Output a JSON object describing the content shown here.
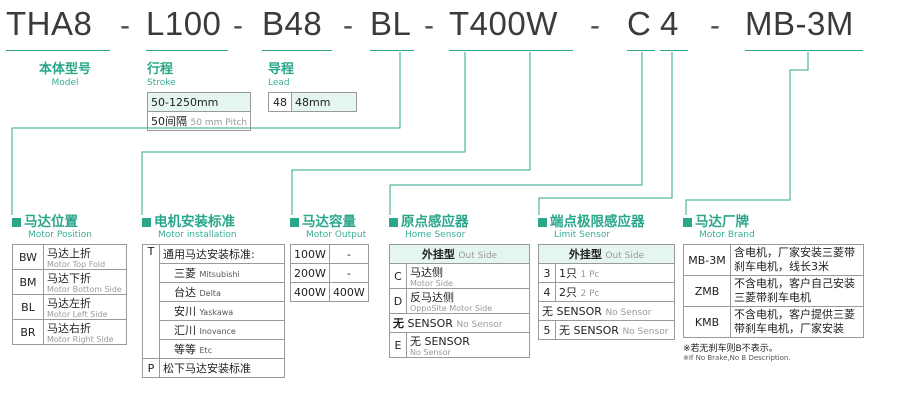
{
  "colors": {
    "accent": "#2aa78a",
    "line": "#2ea58c",
    "highlight": "#e5f5f0",
    "code_text": "#3b3b3b"
  },
  "code": {
    "segments": [
      "THA8",
      "L100",
      "B48",
      "BL",
      "T400W",
      "C",
      "4",
      "MB-3M"
    ],
    "dashes": [
      "-",
      "-",
      "-",
      "-",
      "-",
      "-",
      "-"
    ]
  },
  "model": {
    "zh": "本体型号",
    "en": "Model"
  },
  "stroke": {
    "zh": "行程",
    "en": "Stroke",
    "range": "50-1250mm",
    "pitch_zh": "50间隔",
    "pitch_en": "50 mm Pitch"
  },
  "lead": {
    "zh": "导程",
    "en": "Lead",
    "key": "48",
    "value": "48mm"
  },
  "motor_position": {
    "zh": "马达位置",
    "en": "Motor Position",
    "rows": [
      {
        "key": "BW",
        "zh": "马达上折",
        "en": "Motor Top Fold"
      },
      {
        "key": "BM",
        "zh": "马达下折",
        "en": "Motor Bottom Side"
      },
      {
        "key": "BL",
        "zh": "马达左折",
        "en": "Motor Left Side"
      },
      {
        "key": "BR",
        "zh": "马达右折",
        "en": "Motor Right Side"
      }
    ]
  },
  "motor_installation": {
    "zh": "电机安装标准",
    "en": "Motor installation",
    "t_key": "T",
    "t_label": "通用马达安装标准:",
    "brands": [
      {
        "zh": "三菱",
        "en": "Mitsubishi"
      },
      {
        "zh": "台达",
        "en": "Delta"
      },
      {
        "zh": "安川",
        "en": "Yaskawa"
      },
      {
        "zh": "汇川",
        "en": "Inovance"
      },
      {
        "zh": "等等",
        "en": "Etc"
      }
    ],
    "p_key": "P",
    "p_label": "松下马达安装标准"
  },
  "motor_output": {
    "zh": "马达容量",
    "en": "Motor Output",
    "rows": [
      {
        "key": "100W",
        "value": "-"
      },
      {
        "key": "200W",
        "value": "-"
      },
      {
        "key": "400W",
        "value": "400W"
      }
    ]
  },
  "home_sensor": {
    "zh": "原点感应器",
    "en": "Home Sensor",
    "header_zh": "外挂型",
    "header_en": "Out Side",
    "rows": [
      {
        "key": "C",
        "zh": "马达侧",
        "en": "Motor Side"
      },
      {
        "key": "D",
        "zh": "反马达侧",
        "en": "OppoSite Motor Side"
      }
    ],
    "none_key": "无",
    "none_label": "SENSOR",
    "none_en": "No Sensor",
    "e_key": "E",
    "e_zh": "无 SENSOR",
    "e_en": "No Sensor"
  },
  "limit_sensor": {
    "zh": "端点极限感应器",
    "en": "Limit Sensor",
    "header_zh": "外挂型",
    "header_en": "Out Side",
    "rows": [
      {
        "key": "3",
        "zh": "1只",
        "en": "1 Pc"
      },
      {
        "key": "4",
        "zh": "2只",
        "en": "2 Pc"
      }
    ],
    "none_label": "无 SENSOR",
    "none_en": "No Sensor",
    "five_key": "5",
    "five_label": "无 SENSOR",
    "five_en": "No Sensor"
  },
  "motor_brand": {
    "zh": "马达厂牌",
    "en": "Motor Brand",
    "rows": [
      {
        "key": "MB-3M",
        "line1": "含电机，厂家安装三菱带",
        "line2": "刹车电机，线长3米"
      },
      {
        "key": "ZMB",
        "line1": "不含电机，客户自己安装",
        "line2": "三菱带刹车电机"
      },
      {
        "key": "KMB",
        "line1": "不含电机，客户提供三菱",
        "line2": "带刹车电机，厂家安装"
      }
    ],
    "note_zh": "※若无刹车则B不表示。",
    "note_en": "※If No Brake,No B Description."
  }
}
